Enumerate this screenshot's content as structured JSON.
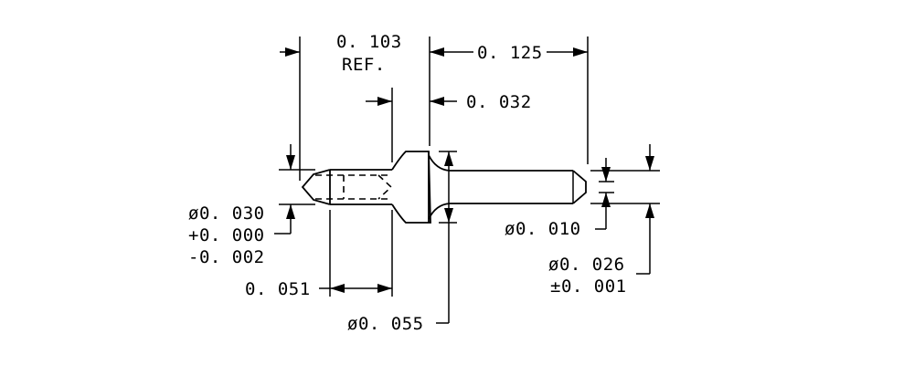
{
  "dimensions": {
    "overall_ref": {
      "value": "0. 103",
      "note": "REF."
    },
    "tail_length": "0. 125",
    "collar_length": "0. 032",
    "tip_diameter": {
      "value": "ø0. 030",
      "tol_plus": "+0. 000",
      "tol_minus": "-0. 002"
    },
    "tip_length": "0. 051",
    "collar_diameter": "ø0. 055",
    "tail_tip_diameter": "ø0. 010",
    "tail_diameter": {
      "value": "ø0. 026",
      "tol": "±0. 001"
    }
  }
}
